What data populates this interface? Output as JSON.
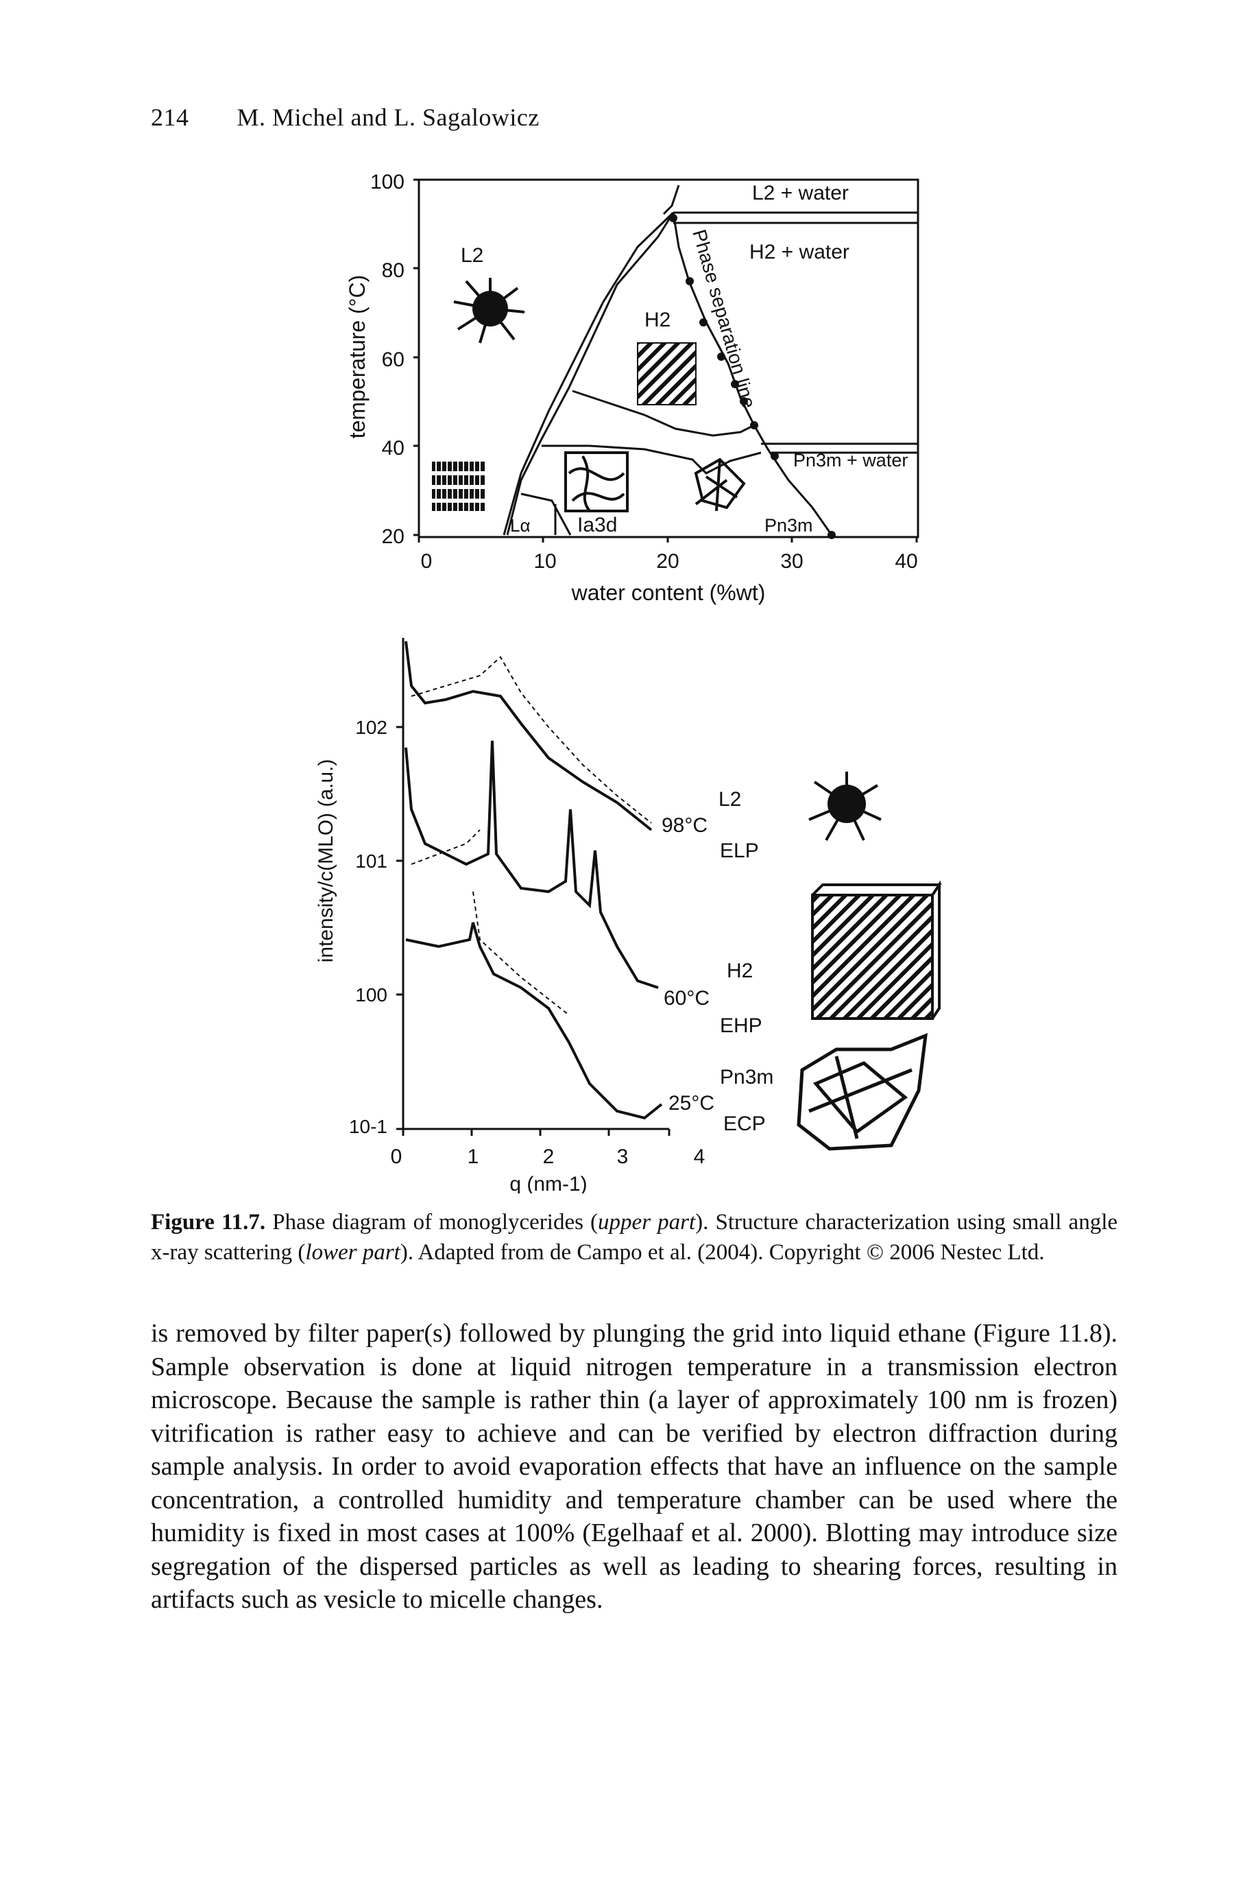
{
  "header": {
    "page_number": "214",
    "authors": "M. Michel and L. Sagalowicz"
  },
  "upper_figure": {
    "ylabel": "temperature (°C)",
    "xlabel": "water content (%wt)",
    "yticks": [
      "100",
      "80",
      "60",
      "40",
      "20"
    ],
    "xticks": [
      "0",
      "10",
      "20",
      "30",
      "40"
    ],
    "phase_labels": {
      "L2": "L2",
      "H2": "H2",
      "La": "Lα",
      "Ia3d": "Ia3d",
      "Pn3m": "Pn3m",
      "L2_water": "L2 + water",
      "H2_water": "H2 + water",
      "Pn3m_water": "Pn3m + water",
      "separation_line": "Phase separation line"
    }
  },
  "lower_figure": {
    "ylabel": "intensity/c(MLO) (a.u.)",
    "xlabel": "q (nm-1)",
    "yticks": [
      "102",
      "101",
      "100",
      "10-1"
    ],
    "xticks": [
      "0",
      "1",
      "2",
      "3",
      "4"
    ],
    "curves": [
      {
        "temperature": "98°C",
        "phase": "L2",
        "name": "ELP"
      },
      {
        "temperature": "60°C",
        "phase": "H2",
        "name": "EHP"
      },
      {
        "temperature": "25°C",
        "phase": "Pn3m",
        "name": "ECP"
      }
    ]
  },
  "caption": {
    "label": "Figure 11.7.",
    "text_1": " Phase diagram of monoglycerides (",
    "upper": "upper part",
    "text_2": "). Structure characterization using small angle x-ray scattering (",
    "lower": "lower part",
    "text_3": "). Adapted from de Campo et al. (2004). Copyright © 2006 Nestec Ltd."
  },
  "body_text": "is removed by filter paper(s) followed by plunging the grid into liquid ethane (Figure 11.8). Sample observation is done at liquid nitrogen temperature in a transmission electron microscope. Because the sample is rather thin (a layer of approximately 100 nm is frozen) vitrification is rather easy to achieve and can be verified by electron diffraction during sample analysis. In order to avoid evaporation effects that have an influence on the sample concentration, a controlled humidity and temperature chamber can be used where the humidity is fixed in most cases at 100% (Egelhaaf et al. 2000). Blotting may introduce size segregation of the dispersed particles as well as leading to shearing forces, resulting in artifacts such as vesicle to micelle changes."
}
